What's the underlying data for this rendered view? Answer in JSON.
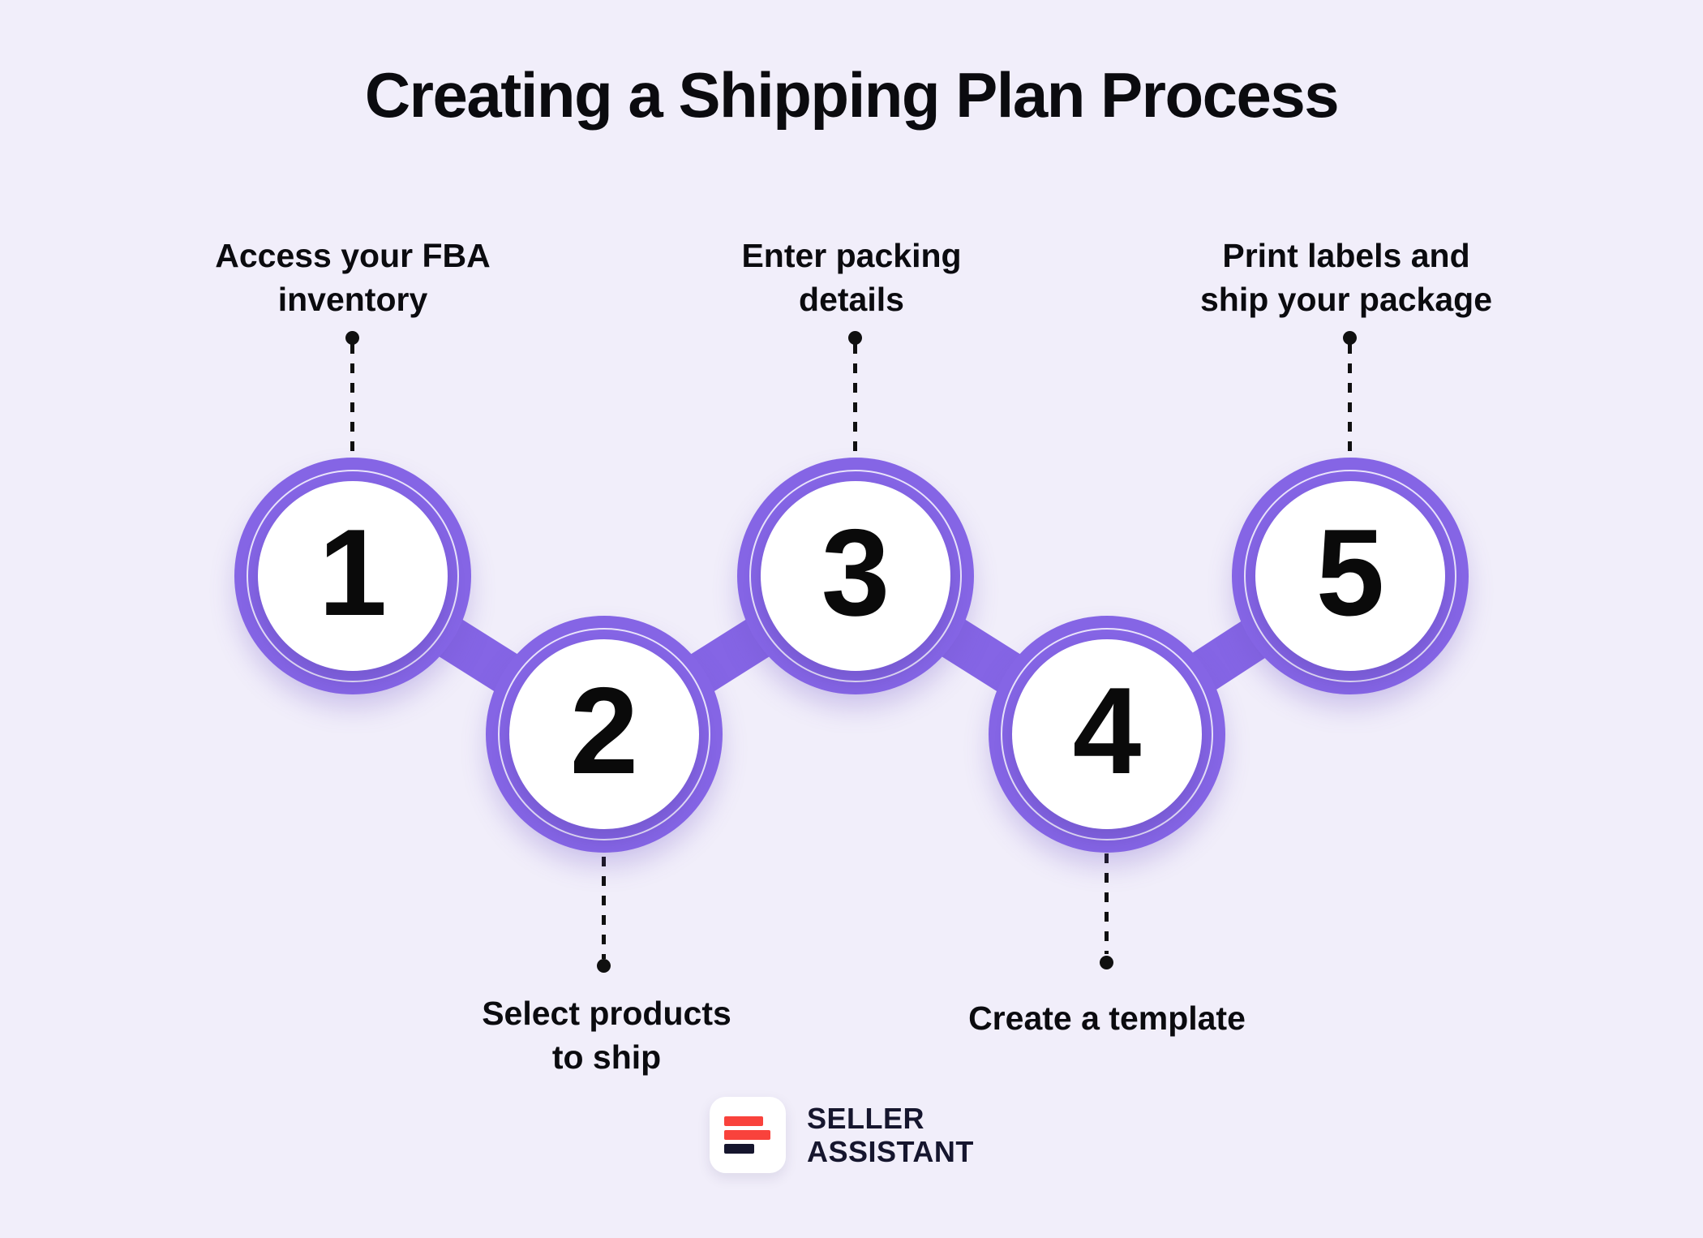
{
  "title": "Creating a Shipping Plan Process",
  "steps": [
    {
      "number": "1",
      "label_line1": "Access your FBA",
      "label_line2": "inventory"
    },
    {
      "number": "2",
      "label_line1": "Select products",
      "label_line2": "to ship"
    },
    {
      "number": "3",
      "label_line1": "Enter packing",
      "label_line2": "details"
    },
    {
      "number": "4",
      "label_line1": "Create a template",
      "label_line2": ""
    },
    {
      "number": "5",
      "label_line1": "Print labels and",
      "label_line2": "ship your package"
    }
  ],
  "logo": {
    "line1": "SELLER",
    "line2": "ASSISTANT"
  },
  "colors": {
    "background": "#F1EEFA",
    "accent_purple": "#8565E5",
    "text": "#0B0B0F",
    "logo_red": "#F9423C",
    "logo_navy": "#16162E"
  }
}
